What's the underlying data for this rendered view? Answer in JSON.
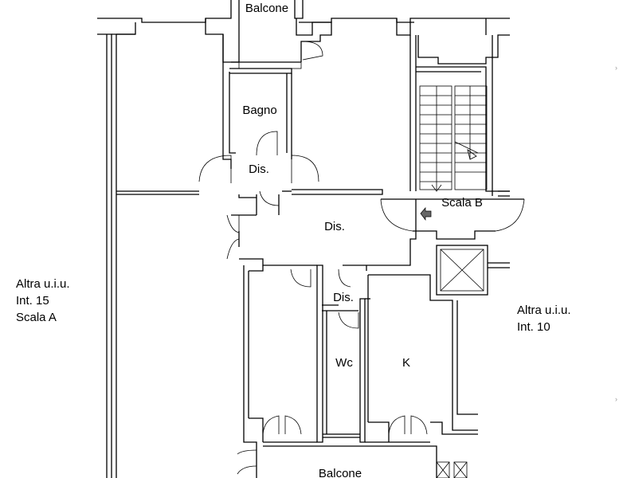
{
  "rooms": {
    "balcone_top": "Balcone",
    "bagno": "Bagno",
    "dis_upper": "Dis.",
    "dis_center": "Dis.",
    "dis_lower": "Dis.",
    "wc": "Wc",
    "kitchen": "K",
    "scala_b": "Scala B",
    "balcone_bottom": "Balcone"
  },
  "neighbors": {
    "left": [
      "Altra u.i.u.",
      "Int. 15",
      "Scala A"
    ],
    "right": [
      "Altra u.i.u.",
      "Int. 10"
    ]
  }
}
